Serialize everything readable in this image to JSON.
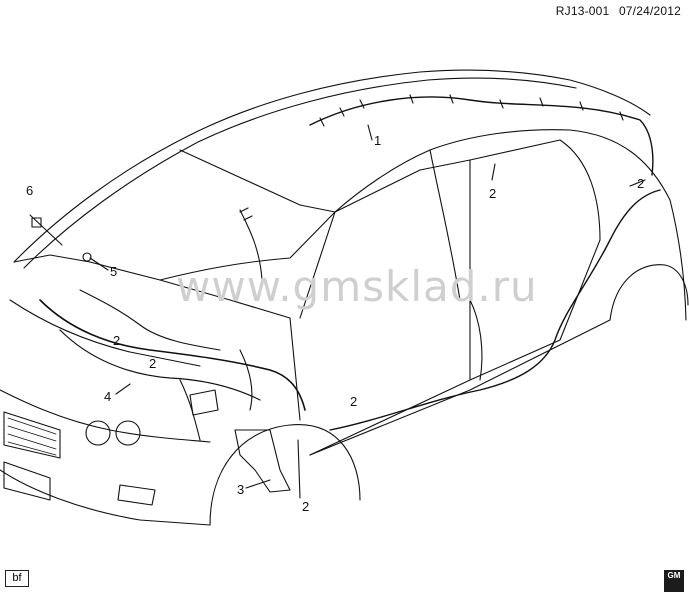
{
  "header": {
    "doc_id": "RJ13-001",
    "date": "07/24/2012"
  },
  "watermark": "www.gmsklad.ru",
  "callouts": [
    {
      "id": "c1a",
      "label": "1"
    },
    {
      "id": "c2a",
      "label": "2"
    },
    {
      "id": "c2b",
      "label": "2"
    },
    {
      "id": "c2c",
      "label": "2"
    },
    {
      "id": "c2d",
      "label": "2"
    },
    {
      "id": "c2e",
      "label": "2"
    },
    {
      "id": "c2f",
      "label": "2"
    },
    {
      "id": "c3",
      "label": "3"
    },
    {
      "id": "c4",
      "label": "4"
    },
    {
      "id": "c5",
      "label": "5"
    },
    {
      "id": "c6",
      "label": "6"
    }
  ],
  "footer": {
    "left_tag": "bf",
    "logo_text": "GM"
  },
  "colors": {
    "line": "#111111",
    "watermark": "#cfcfcf"
  }
}
